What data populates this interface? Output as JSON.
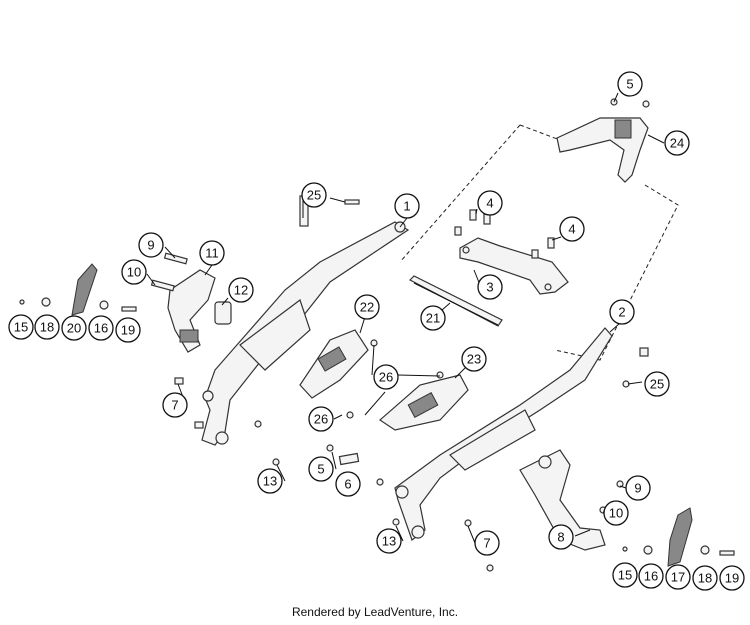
{
  "footer": {
    "credit": "Rendered by LeadVenture, Inc."
  },
  "callouts": [
    {
      "id": "c25a",
      "label": "25"
    },
    {
      "id": "c1",
      "label": "1"
    },
    {
      "id": "c5a",
      "label": "5"
    },
    {
      "id": "c24",
      "label": "24"
    },
    {
      "id": "c4a",
      "label": "4"
    },
    {
      "id": "c4b",
      "label": "4"
    },
    {
      "id": "c9a",
      "label": "9"
    },
    {
      "id": "c11",
      "label": "11"
    },
    {
      "id": "c10a",
      "label": "10"
    },
    {
      "id": "c12",
      "label": "12"
    },
    {
      "id": "c3",
      "label": "3"
    },
    {
      "id": "c22",
      "label": "22"
    },
    {
      "id": "c21",
      "label": "21"
    },
    {
      "id": "c2",
      "label": "2"
    },
    {
      "id": "c15a",
      "label": "15"
    },
    {
      "id": "c18a",
      "label": "18"
    },
    {
      "id": "c20",
      "label": "20"
    },
    {
      "id": "c16a",
      "label": "16"
    },
    {
      "id": "c19a",
      "label": "19"
    },
    {
      "id": "c23",
      "label": "23"
    },
    {
      "id": "c26a",
      "label": "26"
    },
    {
      "id": "c25b",
      "label": "25"
    },
    {
      "id": "c7a",
      "label": "7"
    },
    {
      "id": "c26b",
      "label": "26"
    },
    {
      "id": "c5b",
      "label": "5"
    },
    {
      "id": "c6",
      "label": "6"
    },
    {
      "id": "c13a",
      "label": "13"
    },
    {
      "id": "c9b",
      "label": "9"
    },
    {
      "id": "c10b",
      "label": "10"
    },
    {
      "id": "c13b",
      "label": "13"
    },
    {
      "id": "c7b",
      "label": "7"
    },
    {
      "id": "c8",
      "label": "8"
    },
    {
      "id": "c15b",
      "label": "15"
    },
    {
      "id": "c16b",
      "label": "16"
    },
    {
      "id": "c17",
      "label": "17"
    },
    {
      "id": "c18b",
      "label": "18"
    },
    {
      "id": "c19b",
      "label": "19"
    }
  ]
}
